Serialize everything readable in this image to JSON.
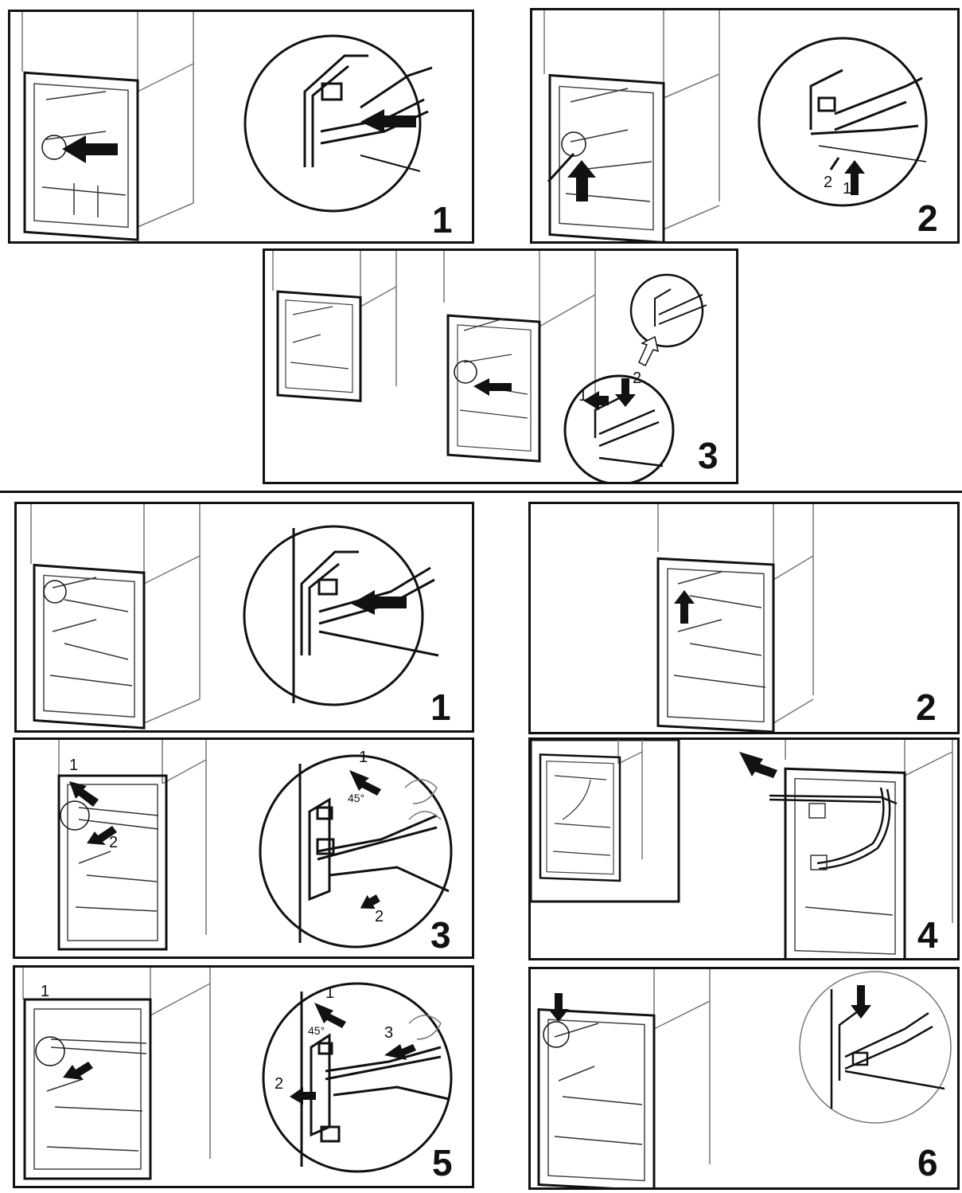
{
  "top_section": {
    "panels": [
      {
        "step": "1"
      },
      {
        "step": "2",
        "callout_labels": [
          "2",
          "1"
        ]
      },
      {
        "step": "3",
        "callout_labels": [
          "1",
          "2"
        ]
      }
    ]
  },
  "bottom_section": {
    "panels": [
      {
        "step": "1"
      },
      {
        "step": "2"
      },
      {
        "step": "3",
        "labels": [
          "1",
          "2"
        ],
        "callout_labels": [
          "1",
          "2"
        ],
        "angle": "45°"
      },
      {
        "step": "4"
      },
      {
        "step": "5",
        "labels": [
          "1"
        ],
        "callout_labels": [
          "1",
          "2",
          "3"
        ],
        "angle": "45°"
      },
      {
        "step": "6"
      }
    ]
  },
  "colors": {
    "line": "#111111",
    "background": "#ffffff",
    "light_line": "#777777"
  }
}
